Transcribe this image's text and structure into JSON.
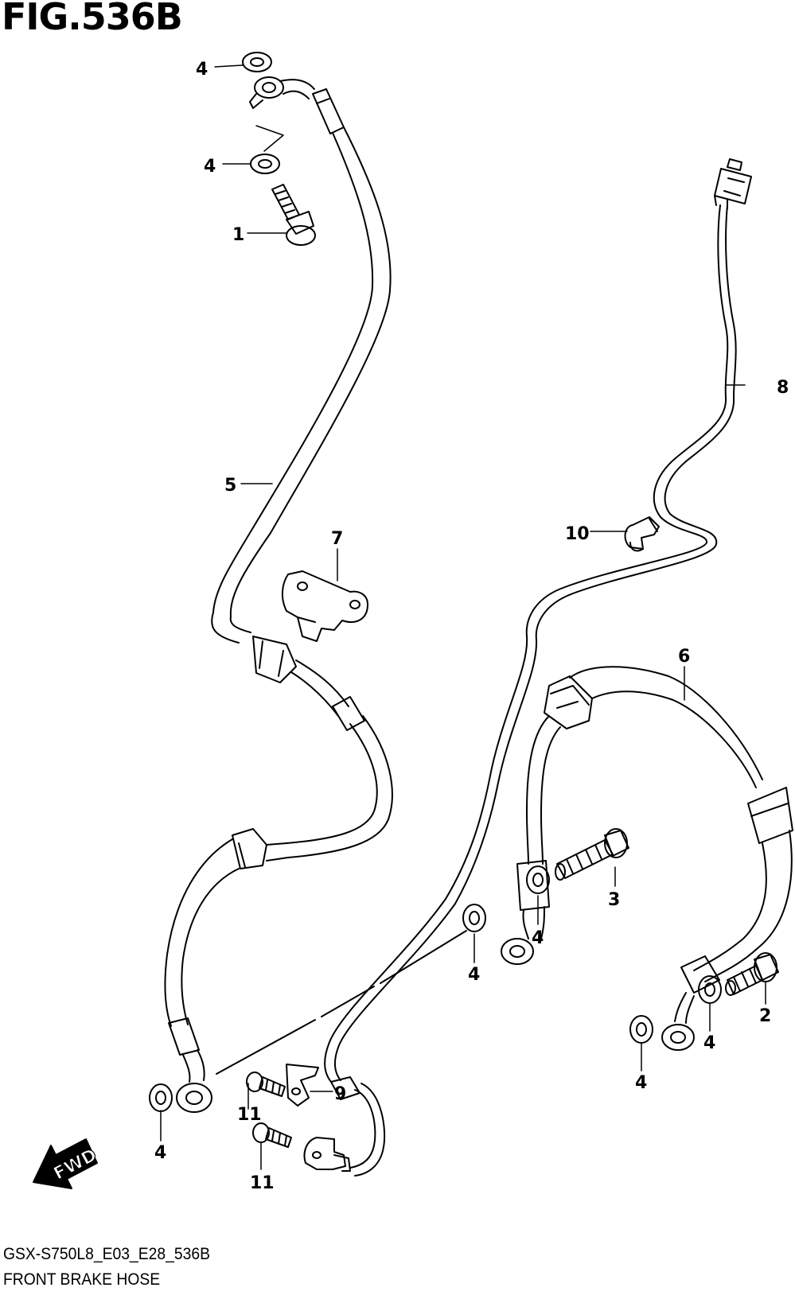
{
  "figure": {
    "title": "FIG.536B",
    "model_code": "GSX-S750L8_E03_E28_536B",
    "caption": "FRONT BRAKE HOSE"
  },
  "direction_indicator": {
    "label": "FWD",
    "icon": "arrow-forward-icon"
  },
  "callouts": {
    "washer_top_1": "4",
    "washer_top_2": "4",
    "union_bolt_1": "1",
    "hose_5": "5",
    "bracket_7": "7",
    "wire_8": "8",
    "clamp_10": "10",
    "hose_6": "6",
    "union_bolt_3": "3",
    "washer_mid_a": "4",
    "washer_mid_b": "4",
    "union_bolt_2": "2",
    "washer_right_a": "4",
    "washer_right_b": "4",
    "clamp_9": "9",
    "bolt_11_a": "11",
    "bolt_11_b": "11",
    "washer_left": "4"
  }
}
